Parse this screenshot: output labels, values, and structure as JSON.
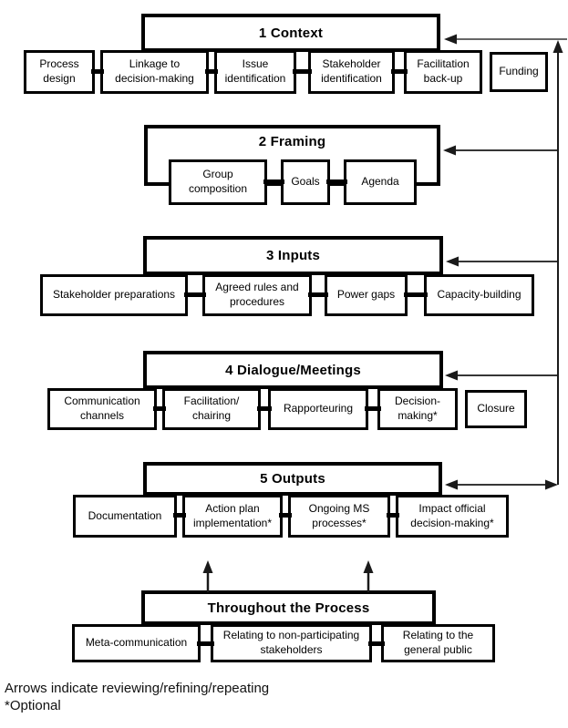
{
  "colors": {
    "box_border": "#000000",
    "arrow": "#1a1a1a",
    "arrow_light": "#666666",
    "text": "#000000",
    "background": "#ffffff"
  },
  "sections": [
    {
      "id": "context",
      "title": "1 Context",
      "boxes": [
        "Process\ndesign",
        "Linkage to\ndecision-making",
        "Issue\nidentification",
        "Stakeholder\nidentification",
        "Facilitation\nback-up",
        "Funding"
      ]
    },
    {
      "id": "framing",
      "title": "2 Framing",
      "boxes": [
        "Group\ncomposition",
        "Goals",
        "Agenda"
      ]
    },
    {
      "id": "inputs",
      "title": "3 Inputs",
      "boxes": [
        "Stakeholder preparations",
        "Agreed rules and\nprocedures",
        "Power gaps",
        "Capacity-building"
      ]
    },
    {
      "id": "dialogue",
      "title": "4 Dialogue/Meetings",
      "boxes": [
        "Communication\nchannels",
        "Facilitation/\nchairing",
        "Rapporteuring",
        "Decision-\nmaking*",
        "Closure"
      ]
    },
    {
      "id": "outputs",
      "title": "5 Outputs",
      "boxes": [
        "Documentation",
        "Action plan\nimplementation*",
        "Ongoing MS\nprocesses*",
        "Impact official\ndecision-making*"
      ]
    },
    {
      "id": "throughout",
      "title": "Throughout the Process",
      "boxes": [
        "Meta-communication",
        "Relating to non-participating\nstakeholders",
        "Relating to the\ngeneral public"
      ]
    }
  ],
  "footnotes": {
    "arrows_note": "Arrows indicate reviewing/refining/repeating",
    "optional_note": "*Optional"
  }
}
